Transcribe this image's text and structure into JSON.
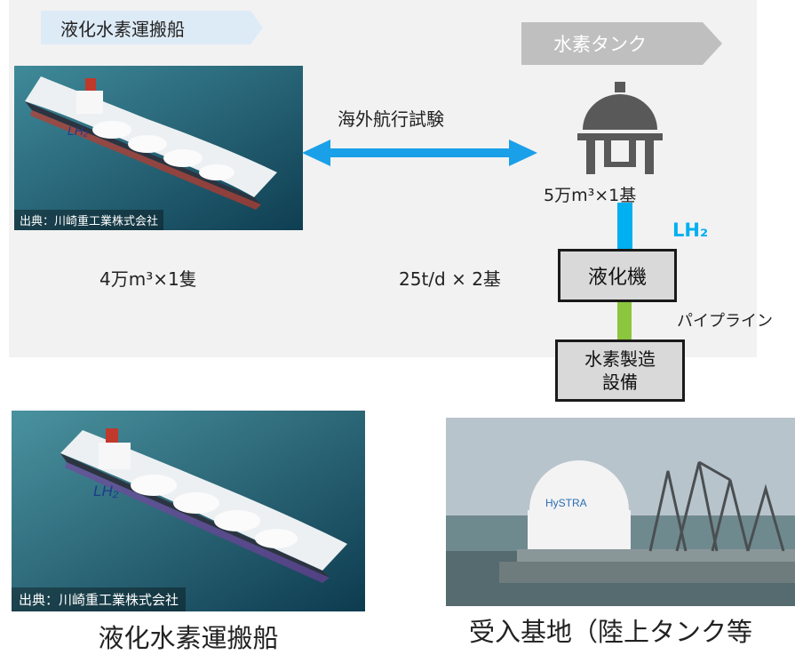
{
  "top_section": {
    "ship_tag": "液化水素運搬船",
    "tank_tag": "水素タンク",
    "ship_photo_credit": "出典：川崎重工業株式会社",
    "ship_capacity": "4万m³×1隻",
    "voyage_label": "海外航行試験",
    "tank_capacity": "5万m³×1基",
    "lh2_label": "LH₂",
    "liquefier_label": "液化機",
    "liquefier_capacity": "25t/d × 2基",
    "pipeline_label": "パイプライン",
    "production_label_line1": "水素製造",
    "production_label_line2": "設備"
  },
  "bottom_section": {
    "ship_photo_credit": "出典：川崎重工業株式会社",
    "ship_caption": "液化水素運搬船",
    "terminal_caption": "受入基地（陸上タンク等"
  },
  "colors": {
    "panel_background": "#f2f2f2",
    "ship_tag_fill": "#ddebf7",
    "tank_tag_fill": "#bfbfbf",
    "arrow_blue": "#1aa0e8",
    "lh2_text": "#00b0f0",
    "lh2_pipe": "#00b0f0",
    "pipeline_green": "#8cc63f",
    "tank_icon": "#595959"
  },
  "icons": [
    "ship-photo",
    "hydrogen-tank-icon",
    "double-arrow-icon",
    "terminal-photo"
  ]
}
